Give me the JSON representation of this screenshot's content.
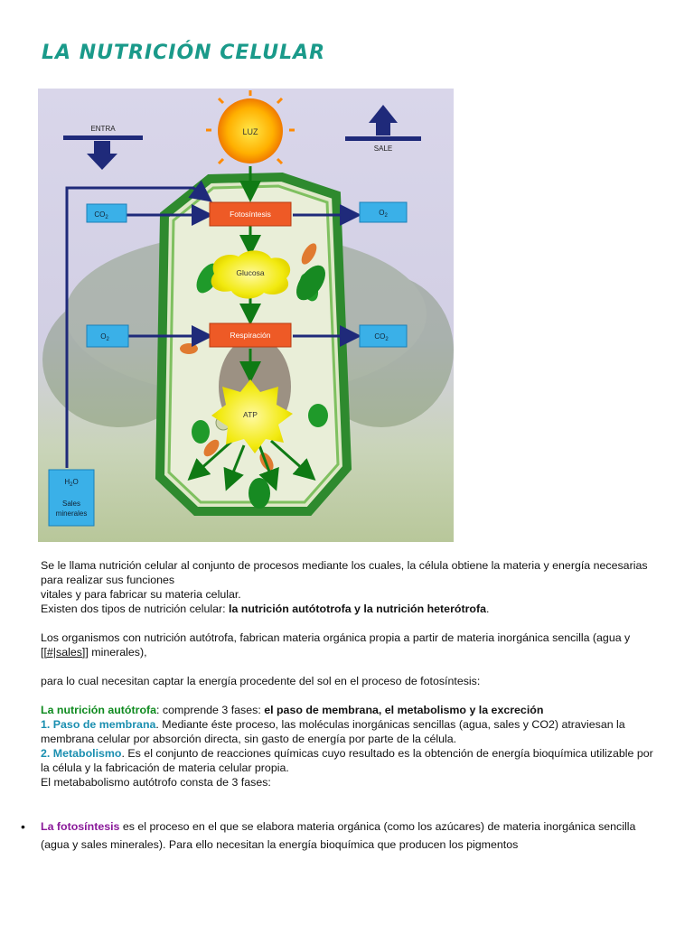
{
  "title": "LA NUTRICIÓN CELULAR",
  "diagram": {
    "entra": "ENTRA",
    "sale": "SALE",
    "luz": "LUZ",
    "co2_in": "CO",
    "co2_in_sub": "2",
    "o2_out": "O",
    "o2_out_sub": "2",
    "fotosintesis": "Fotosíntesis",
    "glucosa": "Glucosa",
    "o2_in": "O",
    "o2_in_sub": "2",
    "respiracion": "Respiración",
    "co2_out": "CO",
    "co2_out_sub": "2",
    "atp": "ATP",
    "h2o": "H",
    "h2o_sub": "2",
    "h2o_tail": "O",
    "sales_1": "Sales",
    "sales_2": "minerales"
  },
  "paragraphs": {
    "p1_a": "Se le llama nutrición celular al conjunto de procesos mediante los cuales, la célula obtiene la materia y energía necesarias para realizar sus funciones",
    "p1_b": "vitales y para fabricar su materia celular.",
    "p1_c": "Existen dos tipos de nutrición celular: ",
    "p1_c_bold": "la nutrición autótotrofa y la nutrición heterótrofa",
    "p1_c_end": ".",
    "p2_a": "Los organismos con nutrición autótrofa, fabrican materia orgánica propia a partir de materia inorgánica sencilla (agua y ",
    "p2_link": "[[#|sales]]",
    "p2_b": " minerales),",
    "p3": "para lo cual necesitan captar la energía procedente del sol en el proceso de fotosíntesis:",
    "p4_label": "La nutrición autótrofa",
    "p4_a": ": comprende 3 fases: ",
    "p4_bold": "el paso de membrana, el metabolismo y la excreción",
    "p5_label": "1. Paso de membrana",
    "p5_text": ". Mediante éste proceso, las moléculas inorgánicas sencillas (agua, sales y CO2) atraviesan la membrana celular por absorción directa, sin gasto de energía por parte de la célula.",
    "p6_label": "2. Metabolismo",
    "p6_text": ". Es el conjunto de reacciones químicas cuyo resultado es la obtención de energía bioquímica utilizable por la célula y la fabricación de materia celular propia.",
    "p7": "El metababolismo autótrofo consta de 3 fases:"
  },
  "bullets": [
    {
      "label": "La fotosíntesis",
      "text": " es el proceso en el que se elabora materia orgánica (como los azúcares) de materia inorgánica sencilla (agua y sales minerales). Para ello necesitan la energía bioquímica que producen los pigmentos"
    }
  ],
  "colors": {
    "title": "#1a9a8a",
    "green_label": "#0e8a1e",
    "teal_label": "#1a8fb0",
    "purple_label": "#8a1a9a"
  }
}
